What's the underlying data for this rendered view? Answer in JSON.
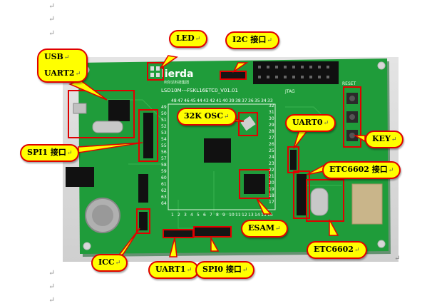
{
  "doc": {
    "para_mark": "↵",
    "photo_end_mark": "↵"
  },
  "board": {
    "brand": "lierda",
    "brand_sub": "利尔达科技集团",
    "model": "LSD10M---FSKL16ETC0_V01.01",
    "reset_label": "RESET",
    "jtag_label": "JTAG",
    "pin_numbers_right": [
      "32",
      "31",
      "30",
      "29",
      "28",
      "27",
      "26",
      "25",
      "24",
      "23",
      "22",
      "21",
      "20",
      "19",
      "18",
      "17"
    ],
    "pin_numbers_top": [
      "48",
      "47",
      "46",
      "45",
      "44",
      "43",
      "42",
      "41",
      "40",
      "39",
      "38",
      "37",
      "36",
      "35",
      "34",
      "33"
    ],
    "pin_numbers_left": [
      "49",
      "50",
      "51",
      "52",
      "53",
      "54",
      "55",
      "56",
      "57",
      "58",
      "59",
      "60",
      "61",
      "62",
      "63",
      "64"
    ],
    "pin_numbers_bottom": [
      "1",
      "2",
      "3",
      "4",
      "5",
      "6",
      "7",
      "8",
      "9",
      "10",
      "11",
      "12",
      "13",
      "14",
      "15",
      "16"
    ]
  },
  "callouts": {
    "usb": "USB",
    "uart2": "UART2",
    "led": "LED",
    "i2c": "I2C 接口",
    "osc": "32K OSC",
    "uart0": "UART0",
    "key": "KEY",
    "spi1": "SPI1 接口",
    "etc6602_if": "ETC6602 接口",
    "esam": "ESAM",
    "etc6602": "ETC6602",
    "icc": "ICC",
    "uart1": "UART1",
    "spi0": "SPI0 接口"
  },
  "colors": {
    "pcb": "#1f9c3a",
    "callout_fill": "#ffff00",
    "callout_border": "#e00000",
    "highlight": "#e00000"
  }
}
